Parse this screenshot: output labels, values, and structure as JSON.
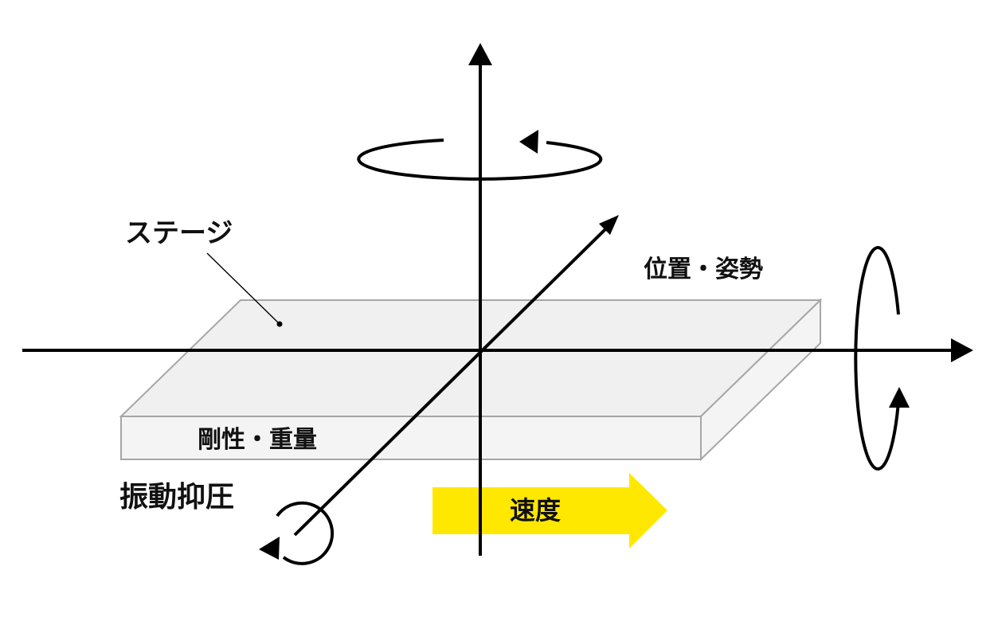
{
  "labels": {
    "stage": "ステージ",
    "position_attitude": "位置・姿勢",
    "rigidity_weight": "剛性・重量",
    "vibration_suppression": "振動抑圧",
    "speed": "速度"
  },
  "colors": {
    "line": "#000000",
    "stage_fill": "#f0f0f0",
    "stage_side_fill": "#f4f4f4",
    "stage_stroke": "#a6a6a6",
    "speed_arrow": "#ffe800"
  }
}
